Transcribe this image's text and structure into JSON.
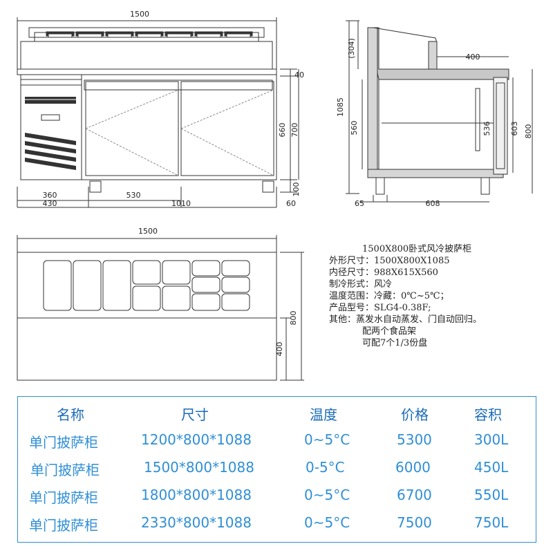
{
  "dims": {
    "front_width": "1500",
    "top_height": "40",
    "body_height": "660",
    "total_body": "700",
    "leg_height": "100",
    "left_360": "360",
    "left_430": "430",
    "door_530": "530",
    "body_1010": "1010",
    "right_60": "60",
    "side_304": "(304)",
    "side_400": "400",
    "side_1085": "1085",
    "side_560": "560",
    "side_536": "536",
    "side_603": "603",
    "side_800": "800",
    "side_65": "65",
    "side_608": "608",
    "plan_width": "1500",
    "plan_800": "800",
    "plan_400": "400"
  },
  "spec": {
    "title": "1500X800卧式风冷披萨柜",
    "lines": [
      "外形尺寸：1500X800X1085",
      "内径尺寸：988X615X560",
      "制冷形式：风冷",
      "温度范围：冷藏：0℃~5℃；",
      "产品型号：SLG4-0.38F;",
      "其他：蒸发水自动蒸发、门自动回归。"
    ],
    "extra": [
      "配两个食品架",
      "可配7个1/3份盘"
    ]
  },
  "table": {
    "headers": [
      "名称",
      "尺寸",
      "温度",
      "价格",
      "容积"
    ],
    "rows": [
      [
        "单门披萨柜",
        "1200*800*1088",
        "0~5°C",
        "5300",
        "300L"
      ],
      [
        "单门披萨柜",
        "1500*800*1088",
        "0-5°C",
        "6000",
        "450L"
      ],
      [
        "单门披萨柜",
        "1800*800*1088",
        "0~5°C",
        "6700",
        "550L"
      ],
      [
        "单门披萨柜",
        "2330*800*1088",
        "0~5°C",
        "7500",
        "750L"
      ]
    ]
  }
}
